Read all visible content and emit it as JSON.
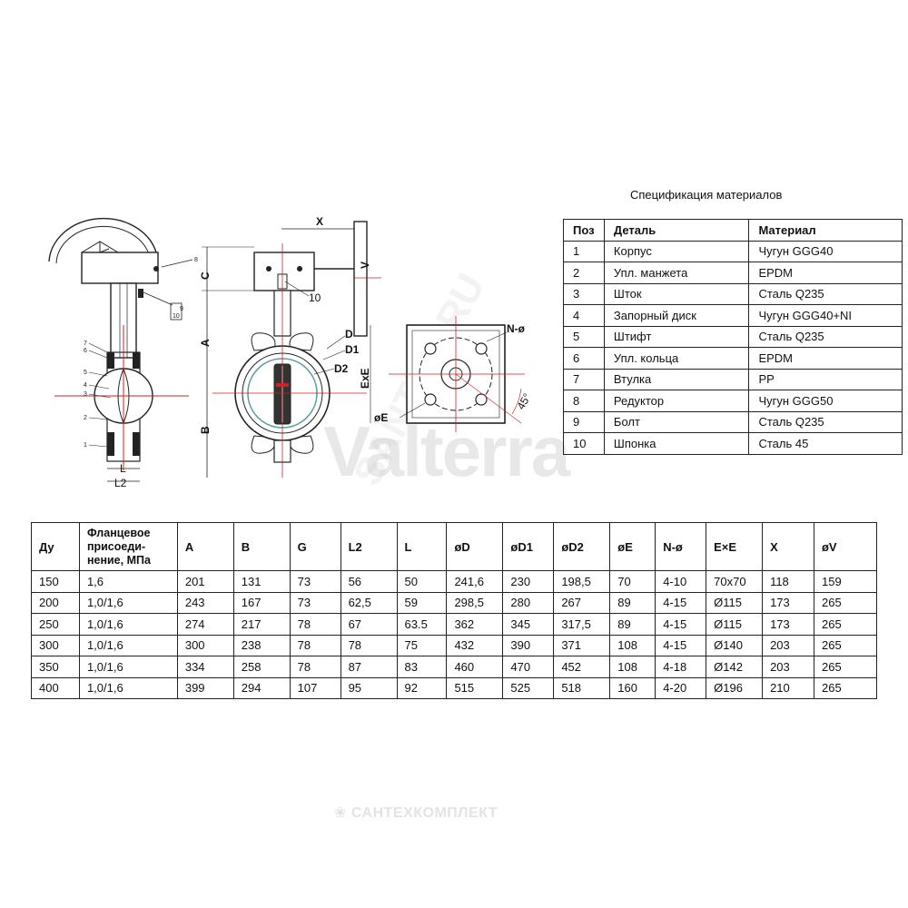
{
  "spec": {
    "title": "Спецификация материалов",
    "headers": [
      "Поз",
      "Деталь",
      "Материал"
    ],
    "rows": [
      [
        "1",
        "Корпус",
        "Чугун GGG40"
      ],
      [
        "2",
        "Упл. манжета",
        "EPDM"
      ],
      [
        "3",
        "Шток",
        "Сталь Q235"
      ],
      [
        "4",
        "Запорный диск",
        "Чугун GGG40+NI"
      ],
      [
        "5",
        "Штифт",
        "Сталь Q235"
      ],
      [
        "6",
        "Упл. кольца",
        "EPDM"
      ],
      [
        "7",
        "Втулка",
        "PP"
      ],
      [
        "8",
        "Редуктор",
        "Чугун GGG50"
      ],
      [
        "9",
        "Болт",
        "Сталь Q235"
      ],
      [
        "10",
        "Шпонка",
        "Сталь 45"
      ]
    ]
  },
  "dims": {
    "headers": [
      "Ду",
      "Фланцевое присоеди-нение, МПа",
      "A",
      "B",
      "G",
      "L2",
      "L",
      "øD",
      "øD1",
      "øD2",
      "øE",
      "N-ø",
      "E×E",
      "X",
      "øV"
    ],
    "rows": [
      [
        "150",
        "1,6",
        "201",
        "131",
        "73",
        "56",
        "50",
        "241,6",
        "230",
        "198,5",
        "70",
        "4-10",
        "70x70",
        "118",
        "159"
      ],
      [
        "200",
        "1,0/1,6",
        "243",
        "167",
        "73",
        "62,5",
        "59",
        "298,5",
        "280",
        "267",
        "89",
        "4-15",
        "Ø115",
        "173",
        "265"
      ],
      [
        "250",
        "1,0/1,6",
        "274",
        "217",
        "78",
        "67",
        "63.5",
        "362",
        "345",
        "317,5",
        "89",
        "4-15",
        "Ø115",
        "173",
        "265"
      ],
      [
        "300",
        "1,0/1,6",
        "300",
        "238",
        "78",
        "78",
        "75",
        "432",
        "390",
        "371",
        "108",
        "4-15",
        "Ø140",
        "203",
        "265"
      ],
      [
        "350",
        "1,0/1,6",
        "334",
        "258",
        "78",
        "87",
        "83",
        "460",
        "470",
        "452",
        "108",
        "4-18",
        "Ø142",
        "203",
        "265"
      ],
      [
        "400",
        "1,0/1,6",
        "399",
        "294",
        "107",
        "95",
        "92",
        "515",
        "525",
        "518",
        "160",
        "4-20",
        "Ø196",
        "210",
        "265"
      ]
    ]
  },
  "drawing": {
    "side_labels": {
      "L": "L",
      "L2": "L2"
    },
    "side_parts": [
      "8",
      "9",
      "10",
      "7",
      "6",
      "5",
      "4",
      "3",
      "2",
      "1"
    ],
    "front_labels": {
      "X": "X",
      "C": "C",
      "A": "A",
      "B": "B",
      "V": "V",
      "D": "D",
      "D1": "D1",
      "D2": "D2",
      "key": "10"
    },
    "flange_labels": {
      "N": "N-ø",
      "ExE": "ExE",
      "E": "øE",
      "angle": "45°"
    }
  },
  "watermarks": {
    "brand": "Valterra",
    "diagonal": "SANTEH.RU",
    "footer": "САНТЕХКОМПЛЕКТ"
  },
  "colors": {
    "centerline": "#cc2222",
    "line": "#222222",
    "teal": "#5aa0a0"
  }
}
